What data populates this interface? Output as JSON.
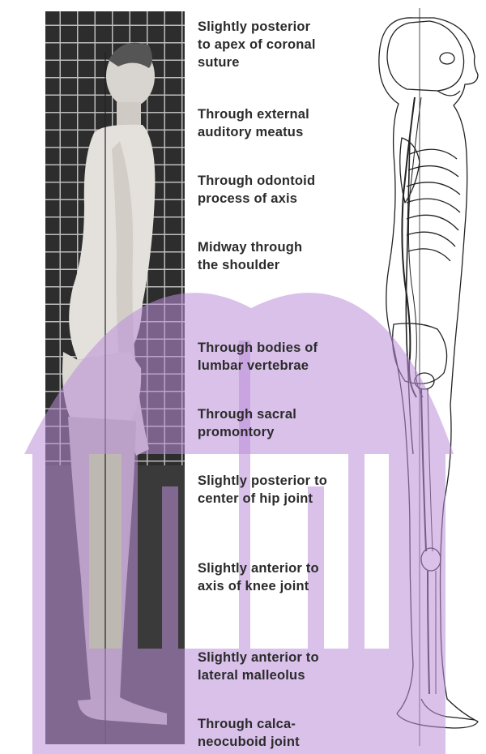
{
  "landmarks": [
    {
      "text": "Slightly posterior\nto apex of coronal\nsuture"
    },
    {
      "text": "Through external\nauditory meatus"
    },
    {
      "text": "Through odontoid\nprocess of axis"
    },
    {
      "text": "Midway through\nthe shoulder"
    },
    {
      "text": "Through bodies of\nlumbar vertebrae"
    },
    {
      "text": "Through sacral\npromontory"
    },
    {
      "text": "Slightly posterior to\ncenter of hip joint"
    },
    {
      "text": "Slightly anterior to\naxis of knee joint"
    },
    {
      "text": "Slightly anterior to\nlateral malleolus"
    },
    {
      "text": "Through calca-\nneocuboid joint"
    }
  ],
  "colors": {
    "watermark": "#b98ed8",
    "grid_line": "#bdbdbd",
    "grid_background": "#2d2d2d",
    "text": "#2b2b2b"
  }
}
